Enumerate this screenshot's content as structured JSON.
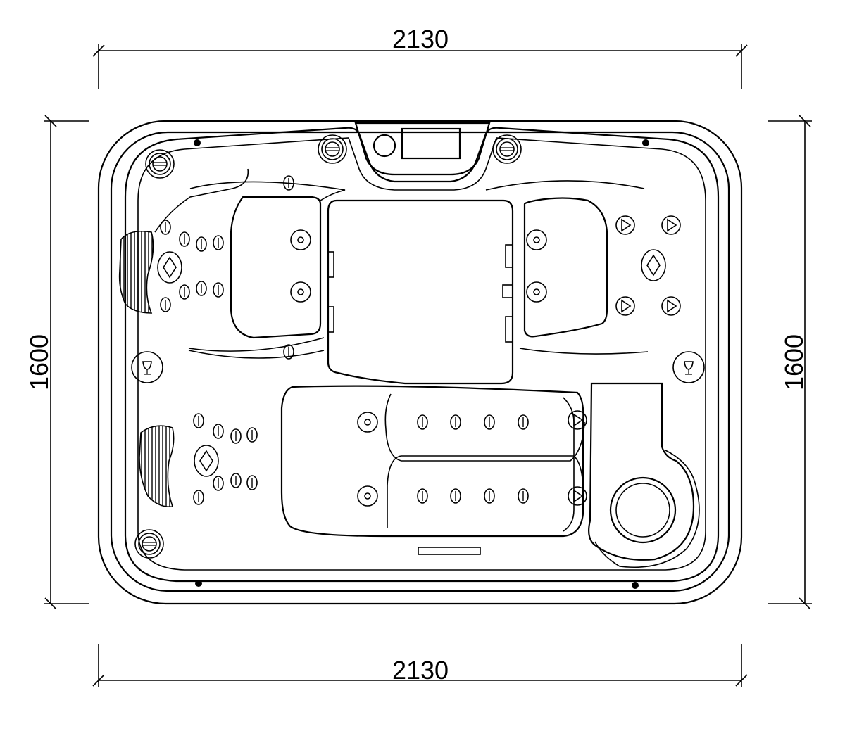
{
  "dimensions": {
    "top_width": "2130",
    "bottom_width": "2130",
    "left_height": "1600",
    "right_height": "1600"
  },
  "stroke_color": "#000000",
  "background_color": "#ffffff",
  "components": {
    "pillows": 2,
    "cup_holders": 2,
    "drain_dots": 4,
    "control_valves": 4
  }
}
